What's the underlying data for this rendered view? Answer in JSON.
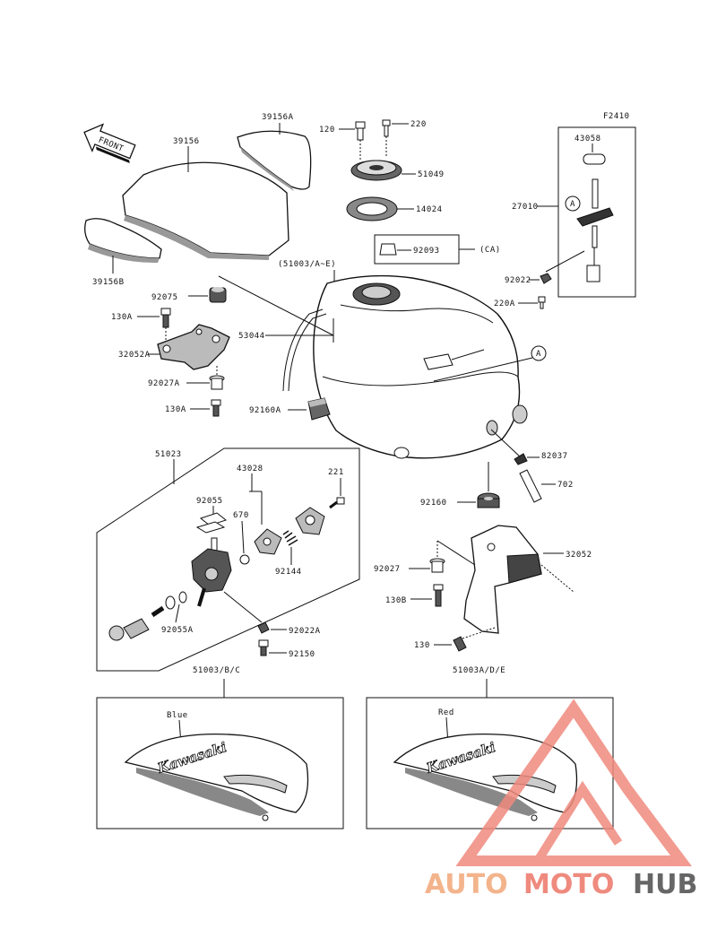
{
  "figure_code": "F2410",
  "front_label": "FRONT",
  "labels": {
    "p39156A": "39156A",
    "p39156": "39156",
    "p39156B": "39156B",
    "p120_top": "120",
    "p220": "220",
    "p51049": "51049",
    "p14024": "14024",
    "p92093": "92093",
    "ca": "(CA)",
    "p43058": "43058",
    "p27010": "27010",
    "marker_a": "A",
    "p92022": "92022",
    "p220A": "220A",
    "p51003_all": "(51003/A~E)",
    "p92075": "92075",
    "p130A_top": "130A",
    "p32052A": "32052A",
    "p53044": "53044",
    "p92027A": "92027A",
    "p130A": "130A",
    "p92160A": "92160A",
    "p82037": "82037",
    "p702": "702",
    "p51023": "51023",
    "p43028": "43028",
    "p221": "221",
    "p92055": "92055",
    "p670": "670",
    "p92144": "92144",
    "p92055A": "92055A",
    "p92022A": "92022A",
    "p92150": "92150",
    "p92160": "92160",
    "p32052": "32052",
    "p92027": "92027",
    "p130B": "130B",
    "p130_bottom": "130",
    "p51003BC": "51003/B/C",
    "p51003ADE": "51003A/D/E",
    "blue": "Blue",
    "red": "Red",
    "brand_blue": "Kawasaki",
    "brand_red": "Kawasaki"
  },
  "watermark": {
    "part1": "AUTO",
    "part2": "MOTO",
    "part3": "HUB",
    "color_light": "#f3b48c",
    "color_mid": "#ef8a7e",
    "color_dark": "#666666"
  }
}
